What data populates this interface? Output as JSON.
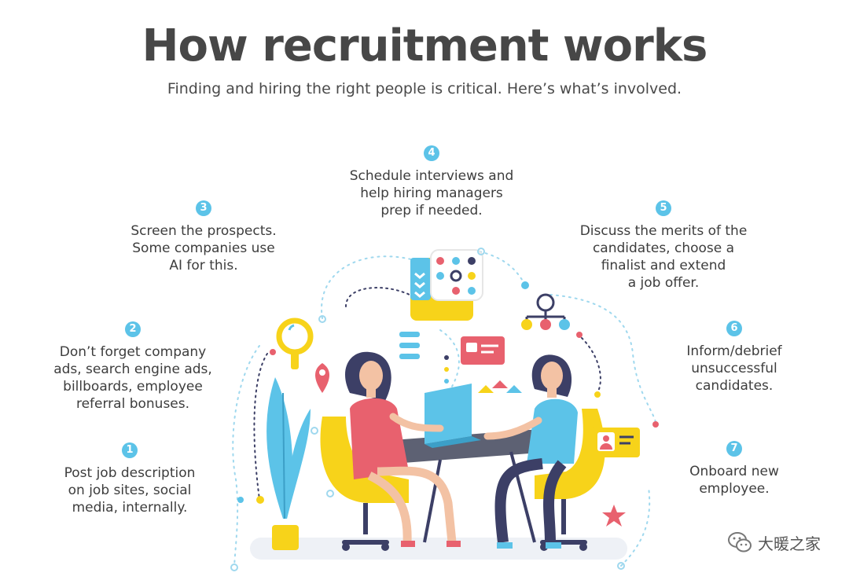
{
  "title": "How recruitment works",
  "subtitle": "Finding and hiring the right people is critical. Here’s what’s involved.",
  "steps": [
    {
      "num": "1",
      "text": "Post job description\non job sites, social\nmedia, internally."
    },
    {
      "num": "2",
      "text": "Don’t forget company\nads, search engine ads,\nbillboards, employee\nreferral bonuses."
    },
    {
      "num": "3",
      "text": "Screen the prospects.\nSome companies use\nAI for this."
    },
    {
      "num": "4",
      "text": "Schedule interviews and\nhelp hiring managers\nprep if needed."
    },
    {
      "num": "5",
      "text": "Discuss the merits of the\ncandidates, choose a\nfinalist and extend\na job offer."
    },
    {
      "num": "6",
      "text": "Inform/debrief\nunsuccessful\ncandidates."
    },
    {
      "num": "7",
      "text": "Onboard new\nemployee."
    }
  ],
  "watermark": "大暖之家",
  "colors": {
    "accent_blue": "#5cc3e8",
    "yellow": "#f7d31a",
    "pink": "#e8616e",
    "navy": "#3c3f66",
    "grey_text": "#474747"
  },
  "icons": [
    "magnifier-icon",
    "location-pin-icon",
    "checklist-icon",
    "dot-grid-icon",
    "org-chart-icon",
    "id-card-icon",
    "profile-card-icon",
    "star-icon",
    "plant-icon",
    "wechat-icon"
  ]
}
